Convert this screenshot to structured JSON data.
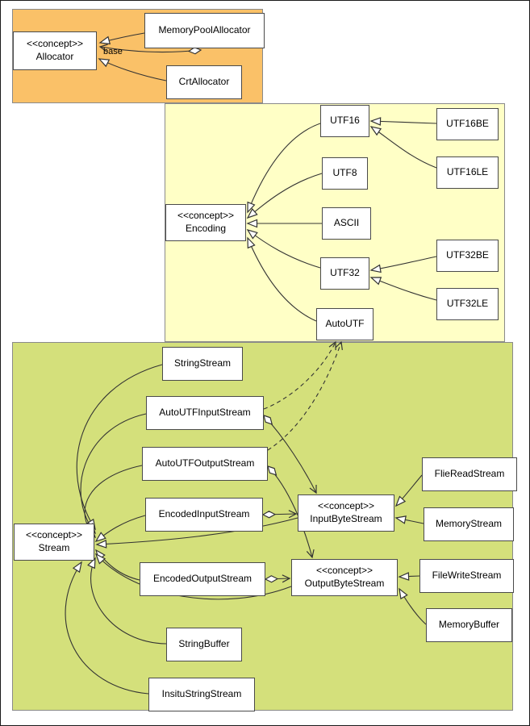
{
  "diagram": {
    "regions": {
      "allocator": {
        "color": "#fac168"
      },
      "encoding": {
        "color": "#ffffc6"
      },
      "stream": {
        "color": "#d4e07b"
      }
    },
    "edge_labels": {
      "base": "base"
    },
    "nodes": {
      "allocator_concept": {
        "label": "<<concept>>\nAllocator"
      },
      "memory_pool_allocator": {
        "label": "MemoryPoolAllocator"
      },
      "crt_allocator": {
        "label": "CrtAllocator"
      },
      "utf16": {
        "label": "UTF16"
      },
      "utf16be": {
        "label": "UTF16BE"
      },
      "utf16le": {
        "label": "UTF16LE"
      },
      "utf8": {
        "label": "UTF8"
      },
      "encoding_concept": {
        "label": "<<concept>>\nEncoding"
      },
      "ascii": {
        "label": "ASCII"
      },
      "utf32": {
        "label": "UTF32"
      },
      "utf32be": {
        "label": "UTF32BE"
      },
      "utf32le": {
        "label": "UTF32LE"
      },
      "autoutf": {
        "label": "AutoUTF"
      },
      "string_stream": {
        "label": "StringStream"
      },
      "autoutf_input_stream": {
        "label": "AutoUTFInputStream"
      },
      "autoutf_output_stream": {
        "label": "AutoUTFOutputStream"
      },
      "encoded_input_stream": {
        "label": "EncodedInputStream"
      },
      "stream_concept": {
        "label": "<<concept>>\nStream"
      },
      "encoded_output_stream": {
        "label": "EncodedOutputStream"
      },
      "string_buffer": {
        "label": "StringBuffer"
      },
      "insitu_string_stream": {
        "label": "InsituStringStream"
      },
      "input_byte_stream_concept": {
        "label": "<<concept>>\nInputByteStream"
      },
      "output_byte_stream_concept": {
        "label": "<<concept>>\nOutputByteStream"
      },
      "flie_read_stream": {
        "label": "FlieReadStream"
      },
      "memory_stream": {
        "label": "MemoryStream"
      },
      "file_write_stream": {
        "label": "FileWriteStream"
      },
      "memory_buffer": {
        "label": "MemoryBuffer"
      }
    },
    "edges": [
      {
        "from": "MemoryPoolAllocator",
        "to": "Allocator",
        "type": "aggregation",
        "label": "base"
      },
      {
        "from": "MemoryPoolAllocator",
        "to": "Allocator",
        "type": "realization"
      },
      {
        "from": "CrtAllocator",
        "to": "Allocator",
        "type": "realization"
      },
      {
        "from": "UTF16",
        "to": "Encoding",
        "type": "realization"
      },
      {
        "from": "UTF8",
        "to": "Encoding",
        "type": "realization"
      },
      {
        "from": "ASCII",
        "to": "Encoding",
        "type": "realization"
      },
      {
        "from": "UTF32",
        "to": "Encoding",
        "type": "realization"
      },
      {
        "from": "AutoUTF",
        "to": "Encoding",
        "type": "realization"
      },
      {
        "from": "UTF16BE",
        "to": "UTF16",
        "type": "realization"
      },
      {
        "from": "UTF16LE",
        "to": "UTF16",
        "type": "realization"
      },
      {
        "from": "UTF32BE",
        "to": "UTF32",
        "type": "realization"
      },
      {
        "from": "UTF32LE",
        "to": "UTF32",
        "type": "realization"
      },
      {
        "from": "StringStream",
        "to": "Stream",
        "type": "realization"
      },
      {
        "from": "AutoUTFInputStream",
        "to": "Stream",
        "type": "realization"
      },
      {
        "from": "AutoUTFOutputStream",
        "to": "Stream",
        "type": "realization"
      },
      {
        "from": "EncodedInputStream",
        "to": "Stream",
        "type": "realization"
      },
      {
        "from": "EncodedOutputStream",
        "to": "Stream",
        "type": "realization"
      },
      {
        "from": "StringBuffer",
        "to": "Stream",
        "type": "realization"
      },
      {
        "from": "InsituStringStream",
        "to": "Stream",
        "type": "realization"
      },
      {
        "from": "InputByteStream",
        "to": "Stream",
        "type": "realization"
      },
      {
        "from": "OutputByteStream",
        "to": "Stream",
        "type": "realization"
      },
      {
        "from": "AutoUTFInputStream",
        "to": "AutoUTF",
        "type": "dependency"
      },
      {
        "from": "AutoUTFOutputStream",
        "to": "AutoUTF",
        "type": "dependency"
      },
      {
        "from": "AutoUTFInputStream",
        "to": "InputByteStream",
        "type": "aggregation"
      },
      {
        "from": "AutoUTFOutputStream",
        "to": "OutputByteStream",
        "type": "aggregation"
      },
      {
        "from": "EncodedInputStream",
        "to": "InputByteStream",
        "type": "aggregation"
      },
      {
        "from": "EncodedOutputStream",
        "to": "OutputByteStream",
        "type": "aggregation"
      },
      {
        "from": "FlieReadStream",
        "to": "InputByteStream",
        "type": "realization"
      },
      {
        "from": "MemoryStream",
        "to": "InputByteStream",
        "type": "realization"
      },
      {
        "from": "FileWriteStream",
        "to": "OutputByteStream",
        "type": "realization"
      },
      {
        "from": "MemoryBuffer",
        "to": "OutputByteStream",
        "type": "realization"
      }
    ]
  }
}
